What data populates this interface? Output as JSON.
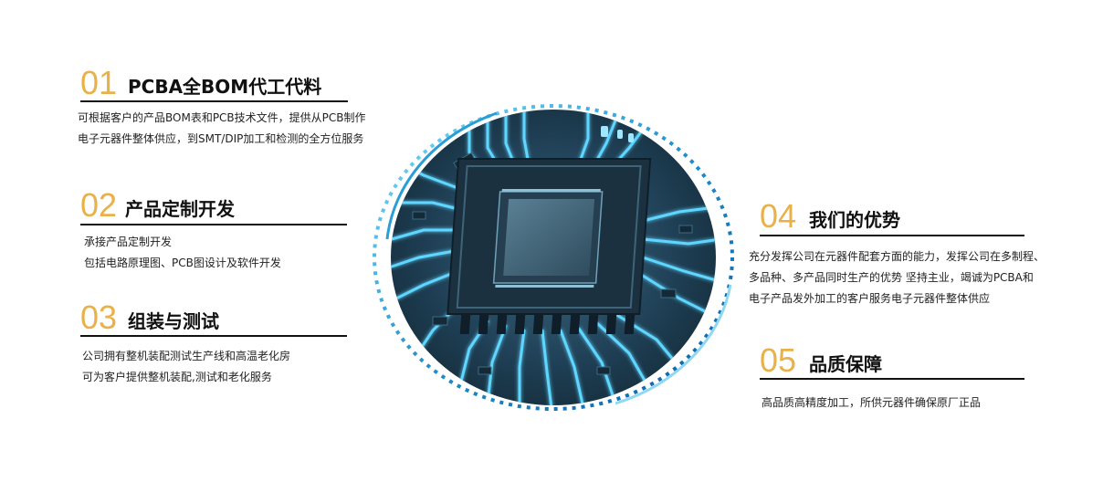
{
  "sections": [
    {
      "num": "01",
      "title": "PCBA全BOM代工代料",
      "lines": [
        "可根据客户的产品BOM表和PCB技术文件，提供从PCB制作",
        "电子元器件整体供应，到SMT/DIP加工和检测的全方位服务"
      ]
    },
    {
      "num": "02",
      "title": "产品定制开发",
      "lines": [
        "承接产品定制开发",
        "包括电路原理图、PCB图设计及软件开发"
      ]
    },
    {
      "num": "03",
      "title": "组装与测试",
      "lines": [
        "公司拥有整机装配测试生产线和高温老化房",
        "可为客户提供整机装配,测试和老化服务"
      ]
    },
    {
      "num": "04",
      "title": "我们的优势",
      "lines": [
        "充分发挥公司在元器件配套方面的能力，发挥公司在多制程、",
        "多品种、多产品同时生产的优势 坚持主业，竭诚为PCBA和",
        "电子产品发外加工的客户服务电子元器件整体供应"
      ]
    },
    {
      "num": "05",
      "title": "品质保障",
      "lines": [
        "高品质高精度加工，所供元器件确保原厂正品"
      ]
    }
  ],
  "colors": {
    "accent": "#e8b14a",
    "ring": "#2a9fd6",
    "board": "#2b4a5e",
    "trace": "#5fd6ff"
  },
  "illustration": "chip-circuit-image"
}
